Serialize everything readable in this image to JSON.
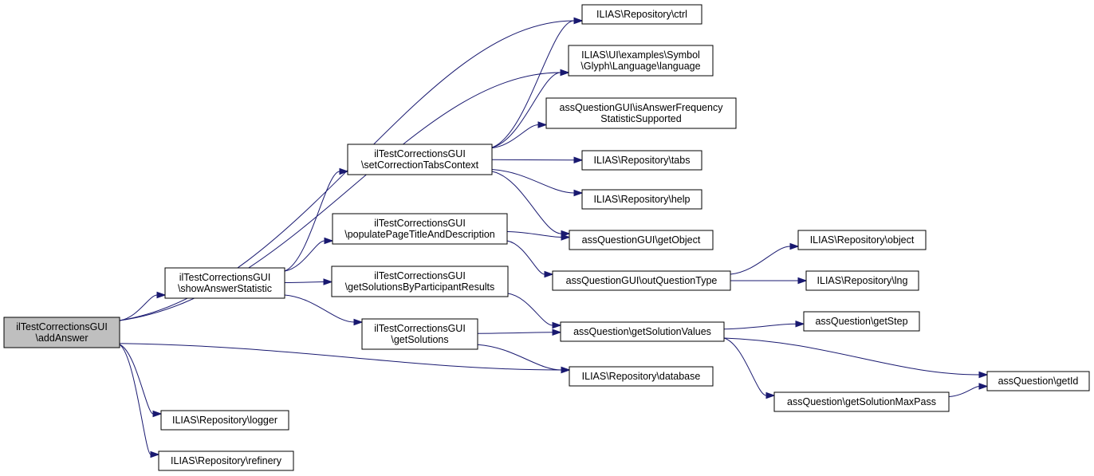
{
  "colors": {
    "edge": "#191970",
    "node_fill": "#ffffff",
    "root_fill": "#bfbfbf",
    "node_border": "#000000"
  },
  "nodes": [
    {
      "id": "addAnswer",
      "label": [
        "ilTestCorrectionsGUI",
        "\\addAnswer"
      ],
      "root": true
    },
    {
      "id": "showAnswerStatistic",
      "label": [
        "ilTestCorrectionsGUI",
        "\\showAnswerStatistic"
      ]
    },
    {
      "id": "logger",
      "label": [
        "ILIAS\\Repository\\logger"
      ]
    },
    {
      "id": "refinery",
      "label": [
        "ILIAS\\Repository\\refinery"
      ]
    },
    {
      "id": "setCorrectionTabsContext",
      "label": [
        "ilTestCorrectionsGUI",
        "\\setCorrectionTabsContext"
      ]
    },
    {
      "id": "populatePageTitleAndDescription",
      "label": [
        "ilTestCorrectionsGUI",
        "\\populatePageTitleAndDescription"
      ]
    },
    {
      "id": "getSolutionsByParticipantResults",
      "label": [
        "ilTestCorrectionsGUI",
        "\\getSolutionsByParticipantResults"
      ]
    },
    {
      "id": "getSolutions",
      "label": [
        "ilTestCorrectionsGUI",
        "\\getSolutions"
      ]
    },
    {
      "id": "ctrl",
      "label": [
        "ILIAS\\Repository\\ctrl"
      ]
    },
    {
      "id": "language",
      "label": [
        "ILIAS\\UI\\examples\\Symbol",
        "\\Glyph\\Language\\language"
      ]
    },
    {
      "id": "isAnswerFrequency",
      "label": [
        "assQuestionGUI\\isAnswerFrequency",
        "StatisticSupported"
      ]
    },
    {
      "id": "tabs",
      "label": [
        "ILIAS\\Repository\\tabs"
      ]
    },
    {
      "id": "help",
      "label": [
        "ILIAS\\Repository\\help"
      ]
    },
    {
      "id": "getObject",
      "label": [
        "assQuestionGUI\\getObject"
      ]
    },
    {
      "id": "outQuestionType",
      "label": [
        "assQuestionGUI\\outQuestionType"
      ]
    },
    {
      "id": "getSolutionValues",
      "label": [
        "assQuestion\\getSolutionValues"
      ]
    },
    {
      "id": "database",
      "label": [
        "ILIAS\\Repository\\database"
      ]
    },
    {
      "id": "object",
      "label": [
        "ILIAS\\Repository\\object"
      ]
    },
    {
      "id": "lng",
      "label": [
        "ILIAS\\Repository\\lng"
      ]
    },
    {
      "id": "getStep",
      "label": [
        "assQuestion\\getStep"
      ]
    },
    {
      "id": "getSolutionMaxPass",
      "label": [
        "assQuestion\\getSolutionMaxPass"
      ]
    },
    {
      "id": "getId",
      "label": [
        "assQuestion\\getId"
      ]
    }
  ],
  "edges": [
    [
      "addAnswer",
      "showAnswerStatistic"
    ],
    [
      "addAnswer",
      "ctrl"
    ],
    [
      "addAnswer",
      "language"
    ],
    [
      "addAnswer",
      "database"
    ],
    [
      "addAnswer",
      "logger"
    ],
    [
      "addAnswer",
      "refinery"
    ],
    [
      "showAnswerStatistic",
      "setCorrectionTabsContext"
    ],
    [
      "showAnswerStatistic",
      "populatePageTitleAndDescription"
    ],
    [
      "showAnswerStatistic",
      "getSolutionsByParticipantResults"
    ],
    [
      "showAnswerStatistic",
      "getSolutions"
    ],
    [
      "setCorrectionTabsContext",
      "ctrl"
    ],
    [
      "setCorrectionTabsContext",
      "language"
    ],
    [
      "setCorrectionTabsContext",
      "isAnswerFrequency"
    ],
    [
      "setCorrectionTabsContext",
      "tabs"
    ],
    [
      "setCorrectionTabsContext",
      "help"
    ],
    [
      "setCorrectionTabsContext",
      "getObject"
    ],
    [
      "populatePageTitleAndDescription",
      "getObject"
    ],
    [
      "populatePageTitleAndDescription",
      "outQuestionType"
    ],
    [
      "getSolutionsByParticipantResults",
      "getSolutionValues"
    ],
    [
      "getSolutions",
      "getSolutionValues"
    ],
    [
      "getSolutions",
      "database"
    ],
    [
      "outQuestionType",
      "object"
    ],
    [
      "outQuestionType",
      "lng"
    ],
    [
      "getSolutionValues",
      "getStep"
    ],
    [
      "getSolutionValues",
      "getId"
    ],
    [
      "getSolutionValues",
      "getSolutionMaxPass"
    ],
    [
      "getSolutionMaxPass",
      "getId"
    ]
  ]
}
